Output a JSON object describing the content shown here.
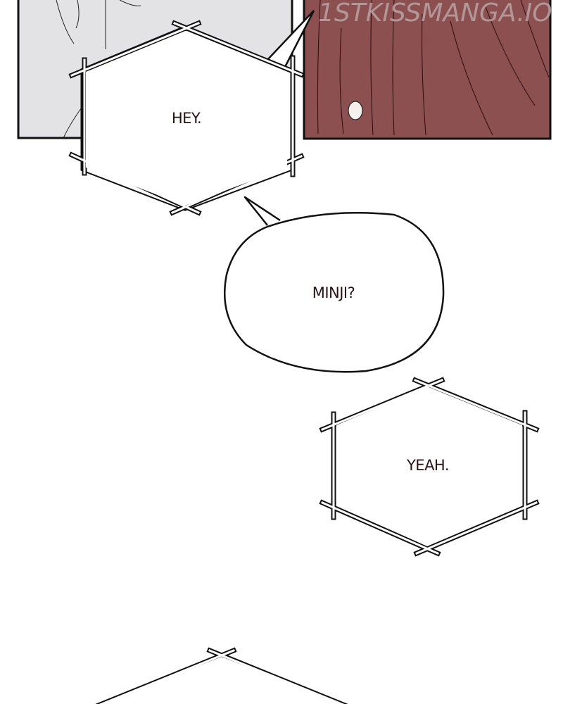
{
  "watermark": "1STKISSMANGA.IO",
  "bubbles": [
    {
      "text": "HEY."
    },
    {
      "text": "MINJI?"
    },
    {
      "text": "YEAH."
    }
  ],
  "colors": {
    "panel_gray": "#e3e2e4",
    "panel_red": "#8c5050",
    "ink": "#1a0a0c",
    "text": "#2a1215"
  }
}
